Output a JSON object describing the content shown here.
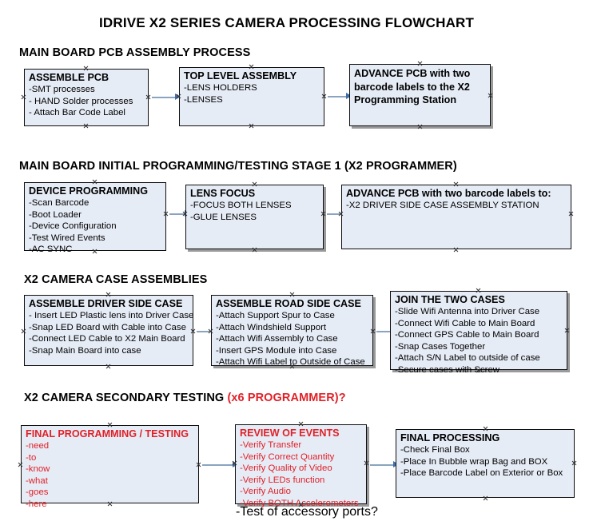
{
  "document": {
    "title": "IDRIVE X2  SERIES CAMERA PROCESSING FLOWCHART"
  },
  "sections": [
    {
      "heading": "MAIN BOARD PCB ASSEMBLY PROCESS",
      "heading_accent": "",
      "nodes": [
        {
          "title": "ASSEMBLE PCB",
          "lines": [
            "-SMT processes",
            "- HAND Solder processes",
            "- Attach Bar Code Label"
          ]
        },
        {
          "title": "TOP LEVEL ASSEMBLY",
          "lines": [
            "-LENS HOLDERS",
            "-LENSES"
          ]
        },
        {
          "title": "ADVANCE PCB with two barcode labels to the  X2 Programming Station",
          "lines": []
        }
      ]
    },
    {
      "heading": "MAIN BOARD INITIAL PROGRAMMING/TESTING STAGE 1 (X2 PROGRAMMER)",
      "heading_accent": "",
      "nodes": [
        {
          "title": "DEVICE PROGRAMMING",
          "lines": [
            "-Scan Barcode",
            "-Boot Loader",
            "-Device Configuration",
            "-Test Wired Events",
            "-AC SYNC"
          ]
        },
        {
          "title": "LENS FOCUS",
          "lines": [
            "-FOCUS BOTH LENSES",
            "-GLUE LENSES"
          ]
        },
        {
          "title": "ADVANCE PCB with two barcode labels to:",
          "lines": [
            "-X2 DRIVER  SIDE  CASE  ASSEMBLY STATION"
          ]
        }
      ]
    },
    {
      "heading": "X2 CAMERA CASE ASSEMBLIES",
      "heading_accent": "",
      "nodes": [
        {
          "title": "ASSEMBLE DRIVER SIDE CASE",
          "lines": [
            "- Insert LED Plastic lens into Driver Case",
            "-Snap LED Board with Cable into Case",
            "-Connect LED Cable to X2 Main Board",
            "-Snap Main Board into case"
          ]
        },
        {
          "title": "ASSEMBLE ROAD SIDE CASE",
          "lines": [
            "-Attach Support Spur to Case",
            "-Attach Windshield Support",
            "-Attach Wifi Assembly to Case",
            "-Insert GPS Module into Case",
            "-Attach Wifi Label to Outside of Case"
          ]
        },
        {
          "title": "JOIN THE TWO CASES",
          "lines": [
            "-Slide Wifi Antenna into Driver Case",
            "-Connect Wifi Cable to Main Board",
            "-Connect GPS Cable to Main Board",
            "-Snap Cases Together",
            "-Attach S/N Label to outside of case",
            "-Secure cases with Screw"
          ]
        }
      ]
    },
    {
      "heading": "X2 CAMERA SECONDARY TESTING ",
      "heading_accent": "(x6 PROGRAMMER)?",
      "nodes": [
        {
          "title": "FINAL PROGRAMMING / TESTING",
          "lines": [
            "-need",
            "-to",
            "-know",
            "-what",
            "-goes",
            "-here"
          ]
        },
        {
          "title": "REVIEW OF EVENTS",
          "lines": [
            "-Verify Transfer",
            "-Verify Correct Quantity",
            "-Verify Quality of Video",
            "-Verify LEDs function",
            "-Verify Audio",
            "-Verify BOTH Accelerometers"
          ],
          "overflow_line": "-Test of accessory ports?"
        },
        {
          "title": "FINAL PROCESSING",
          "lines": [
            " -Check Final Box",
            "-Place In Bubble wrap Bag and BOX",
            "-Place Barcode Label on Exterior or Box"
          ]
        }
      ]
    }
  ],
  "colors": {
    "node_fill": "#e6ecf6",
    "node_border": "#0d0d0d",
    "accent_red": "#e02128",
    "connector_shaft": "#8aa4bf",
    "connector_head": "#3f6ea8",
    "shadow": "#9a9a9a"
  }
}
